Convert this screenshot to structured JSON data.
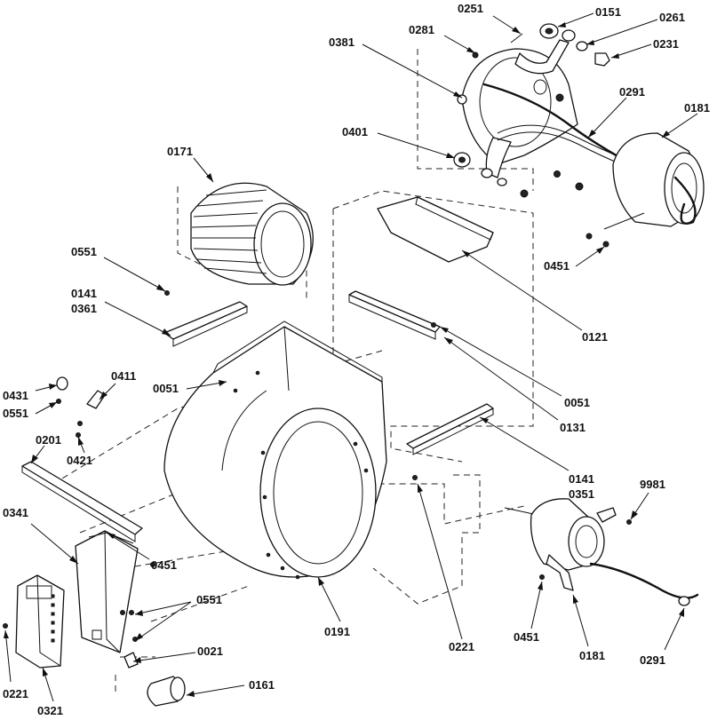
{
  "labels": {
    "l0251": "0251",
    "l0151": "0151",
    "l0261": "0261",
    "l0281": "0281",
    "l0231": "0231",
    "l0381": "0381",
    "l0291a": "0291",
    "l0181a": "0181",
    "l0401": "0401",
    "l0171": "0171",
    "l0451a": "0451",
    "l0551a": "0551",
    "l0141a": "0141",
    "l0361": "0361",
    "l0121": "0121",
    "l0411": "0411",
    "l0051a": "0051",
    "l0051b": "0051",
    "l0431": "0431",
    "l0551b": "0551",
    "l0131": "0131",
    "l0201": "0201",
    "l0421": "0421",
    "l0141b": "0141",
    "l0351": "0351",
    "l9981": "9981",
    "l0341": "0341",
    "l0451b": "0451",
    "l0551c": "0551",
    "l0191": "0191",
    "l0221a": "0221",
    "l0451c": "0451",
    "l0181b": "0181",
    "l0291b": "0291",
    "l0021": "0021",
    "l0161": "0161",
    "l0221b": "0221",
    "l0321": "0321"
  }
}
